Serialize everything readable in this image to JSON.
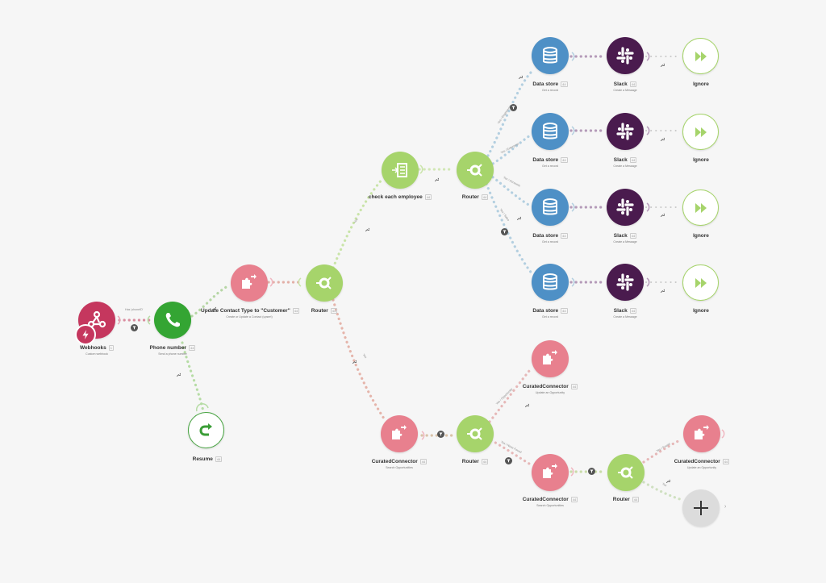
{
  "nodes": {
    "webhooks": {
      "title": "Webhooks",
      "sub": "Custom webhook",
      "num": "1"
    },
    "phone": {
      "title": "Phone number",
      "sub": "Send a phone number",
      "num": "44"
    },
    "resume": {
      "title": "Resume",
      "num": "44"
    },
    "update_contact": {
      "title": "Update Contact Type to \"Customer\"",
      "sub": "Create or Update a Contact (upsert)",
      "num": "44"
    },
    "router1": {
      "title": "Router",
      "num": "44"
    },
    "check_emp": {
      "title": "check each employee",
      "num": "44"
    },
    "router2": {
      "title": "Router",
      "num": "44"
    },
    "ds1": {
      "title": "Data store",
      "sub": "Get a record",
      "num": "44"
    },
    "ds2": {
      "title": "Data store",
      "sub": "Get a record",
      "num": "44"
    },
    "ds3": {
      "title": "Data store",
      "sub": "Get a record",
      "num": "44"
    },
    "ds4": {
      "title": "Data store",
      "sub": "Get a record",
      "num": "44"
    },
    "sl1": {
      "title": "Slack",
      "sub": "Create a Message",
      "num": "44"
    },
    "sl2": {
      "title": "Slack",
      "sub": "Create a Message",
      "num": "44"
    },
    "sl3": {
      "title": "Slack",
      "sub": "Create a Message",
      "num": "44"
    },
    "sl4": {
      "title": "Slack",
      "sub": "Create a Message",
      "num": "44"
    },
    "ig1": {
      "title": "Ignore"
    },
    "ig2": {
      "title": "Ignore"
    },
    "ig3": {
      "title": "Ignore"
    },
    "ig4": {
      "title": "Ignore"
    },
    "cc_search": {
      "title": "CuratedConnector",
      "sub": "Search Opportunities",
      "num": "44"
    },
    "router3": {
      "title": "Router",
      "num": "44"
    },
    "cc_update1": {
      "title": "CuratedConnector",
      "sub": "Update an Opportunity",
      "num": "44"
    },
    "cc_search2": {
      "title": "CuratedConnector",
      "sub": "Search Opportunities",
      "num": "44"
    },
    "router4": {
      "title": "Router",
      "num": "44"
    },
    "cc_update2": {
      "title": "CuratedConnector",
      "sub": "Update an Opportunity",
      "num": "44"
    }
  },
  "route_labels": {
    "webhook_phone": "Has 'phoneID'",
    "r1_top": "Yes",
    "r1_bottom": "Yes",
    "r2_1": "Yes / Engineering",
    "r2_2": "Yes / Enterprise",
    "r2_3": "Yes / Accounts",
    "r2_4": "Yes / Sales",
    "r3_top": "Yes / Opportunity",
    "r3_bottom": "Yes / None Found",
    "r4_top": "Yes / Found",
    "r4_bottom": "Yes"
  },
  "colors": {
    "curated_connector": "#e8808e",
    "router": "#a6d46b",
    "data_store": "#4e90c6",
    "slack": "#4a1b4e",
    "phone": "#34a533",
    "webhooks": "#c5375e",
    "add_module": "#dcdcdc"
  },
  "icons": {
    "webhooks": "webhook-icon",
    "phone": "phone-icon",
    "resume": "redo-arrow-icon",
    "curated_connector": "puzzle-icon",
    "router": "router-icon",
    "iterator": "iterator-icon",
    "data_store": "database-icon",
    "slack": "slack-icon",
    "ignore": "fast-forward-icon",
    "add": "plus-icon"
  }
}
